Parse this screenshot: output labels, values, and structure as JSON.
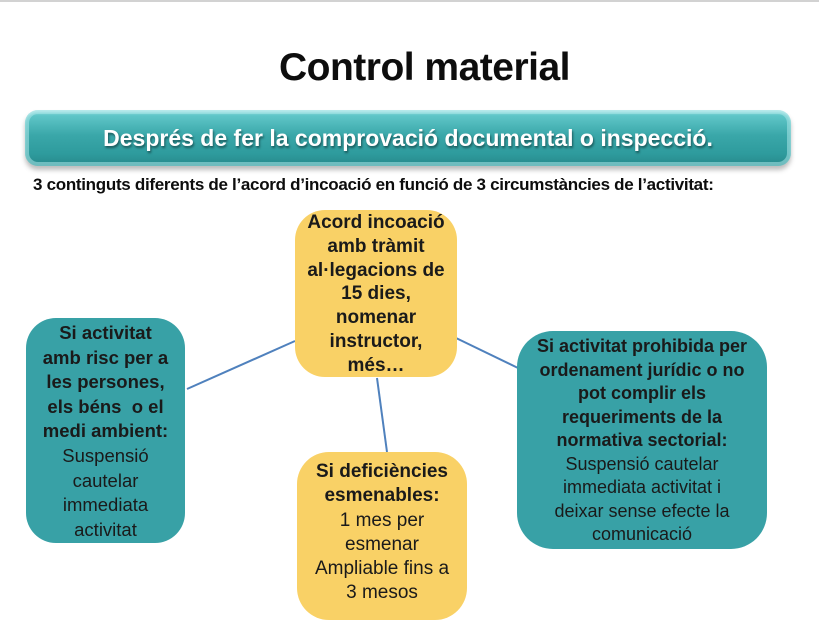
{
  "title": "Control material",
  "banner": {
    "text": "Després de fer la comprovació documental o inspecció."
  },
  "subtitle": "3 continguts diferents de l’acord d’incoació en funció de 3 circumstàncies de l’activitat:",
  "boxes": {
    "top": {
      "bold": "Acord incoació\namb tràmit\nal·legacions de\n15 dies,\nnomenar\ninstructor,\nmés…",
      "regular": ""
    },
    "left": {
      "bold": "Si activitat\namb risc per a\nles persones,\nels béns  o el\nmedi ambient:",
      "regular": "Suspensió\ncautelar\nimmediata\nactivitat"
    },
    "bottom": {
      "bold": "Si deficiències\nesmenables:",
      "regular": "1 mes per\nesmenar\nAmpliable fins a\n3 mesos"
    },
    "right": {
      "bold": "Si activitat prohibida per\nordenament jurídic o no\npot complir els\nrequeriments de la\nnormativa sectorial:",
      "regular": "Suspensió cautelar\nimmediata activitat i\ndeixar sense efecte la\ncomunicació"
    }
  },
  "colors": {
    "teal": "#38A1A6",
    "yellow": "#F9D166",
    "connector": "#4F81BD",
    "text": "#1A1A1A",
    "banner_text": "#FFFFFF",
    "banner_light": "#9FE2E3",
    "banner_mid": "#3AA7A9",
    "banner_dark": "#27898B",
    "top_border": "#D2D2D2"
  }
}
